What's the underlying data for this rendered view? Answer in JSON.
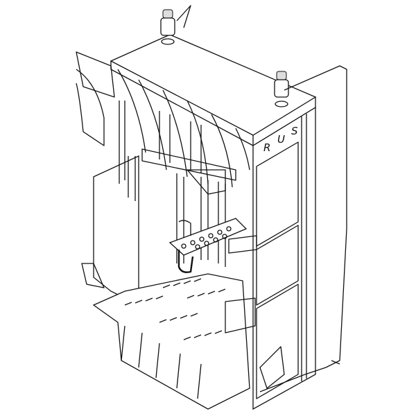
{
  "drawing": {
    "subject": "boiler-cutaway",
    "side_label_letters": [
      "R",
      "U",
      "S"
    ]
  }
}
